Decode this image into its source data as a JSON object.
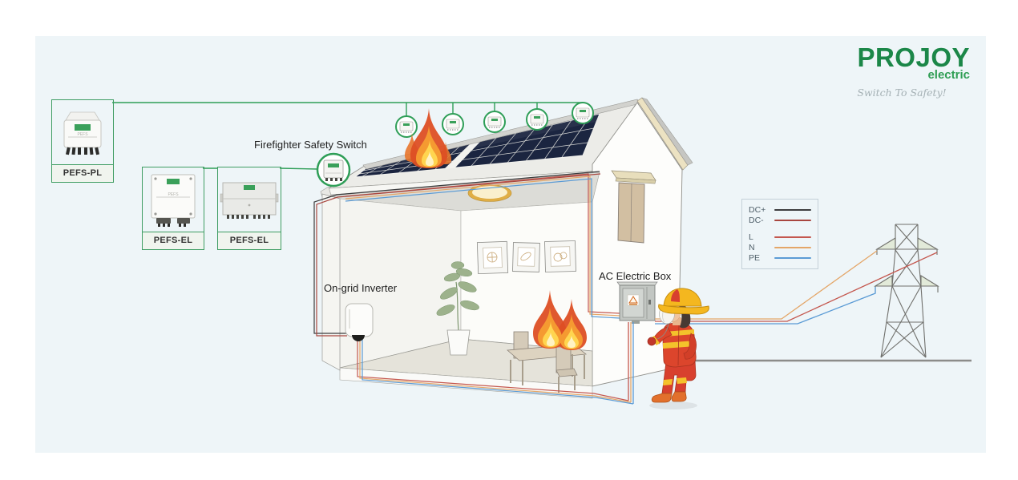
{
  "brand": {
    "name": "PROJOY",
    "sub": "electric",
    "tagline": "Switch To Safety!",
    "color": "#1b8748",
    "sub_color": "#2f9e54",
    "tagline_color": "#a4b0b4"
  },
  "labels": {
    "firefighter_safety_switch": "Firefighter Safety Switch",
    "on_grid_inverter": "On-grid Inverter",
    "ac_electric_box": "AC Electric Box"
  },
  "components": [
    {
      "label": "PEFS-PL"
    },
    {
      "label": "PEFS-EL"
    },
    {
      "label": "PEFS-EL"
    }
  ],
  "legend": {
    "items": [
      {
        "label": "DC+",
        "color": "#3d3d3f"
      },
      {
        "label": "DC-",
        "color": "#a8463f"
      },
      {
        "label": "L",
        "color": "#c4574e"
      },
      {
        "label": "N",
        "color": "#e4a668"
      },
      {
        "label": "PE",
        "color": "#5b9bd5"
      }
    ]
  },
  "scene": {
    "roof_micro_switch_count": 5,
    "accent_green": "#2e9e57",
    "canvas_background": "#eef5f8"
  }
}
